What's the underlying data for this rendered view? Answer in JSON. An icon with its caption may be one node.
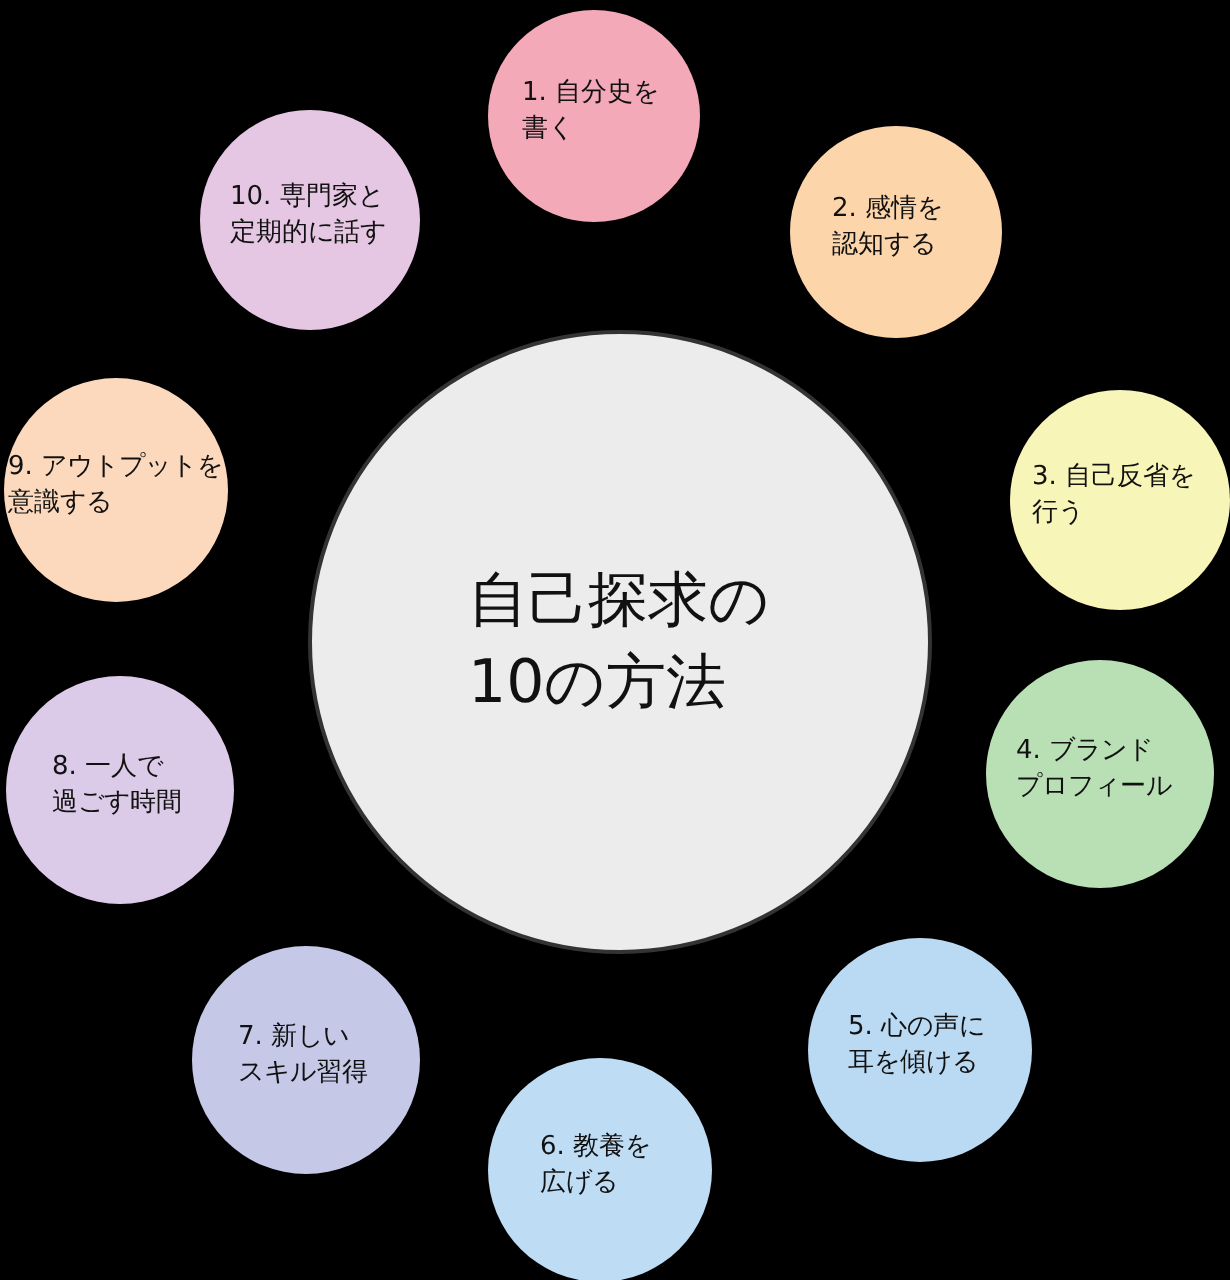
{
  "diagram": {
    "nodes": [
      {
        "text": [
          "自己探求の10の方法"
        ]
      },
      {
        "text": [
          "1. 自分史を書く"
        ]
      },
      {
        "text": [
          "2. 感情を認知する"
        ]
      },
      {
        "text": [
          "3. 自己反省を行う"
        ]
      },
      {
        "text": [
          "4. ブランドプロフィール"
        ]
      },
      {
        "text": [
          "5. 心の声に耳を傾ける"
        ]
      },
      {
        "text": [
          "6. 教養を広げる"
        ]
      },
      {
        "text": [
          "7. 新しいスキル習得"
        ]
      },
      {
        "text": [
          "8. 一人で過ごす時間"
        ]
      },
      {
        "text": [
          "9. アウトプットを意識する"
        ]
      },
      {
        "text": [
          "10. 専門家と定期的に話す"
        ]
      }
    ]
  }
}
